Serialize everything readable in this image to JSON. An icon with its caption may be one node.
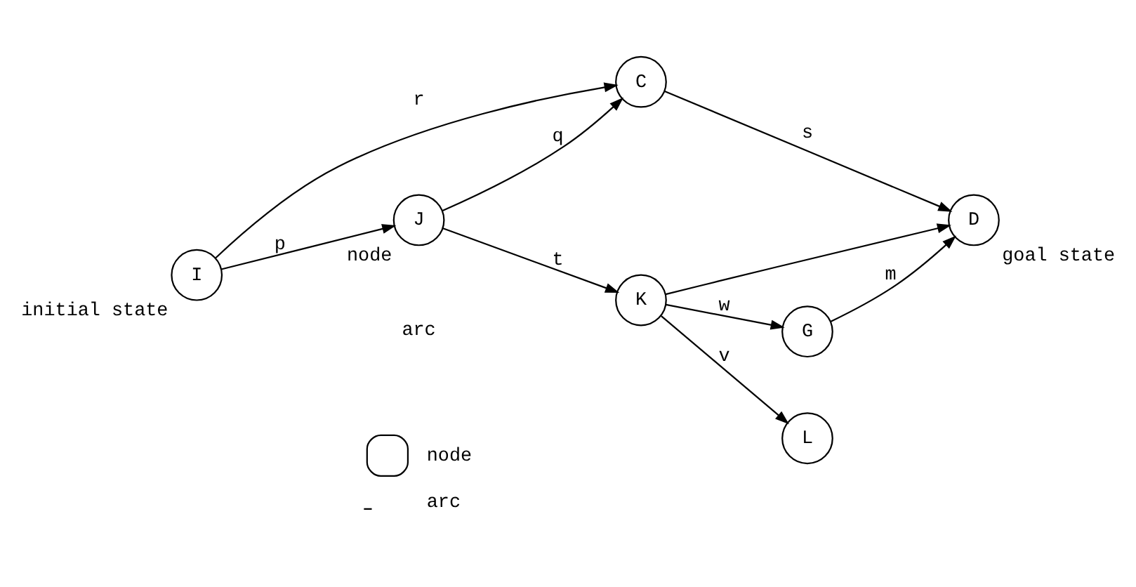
{
  "diagram": {
    "nodes": [
      {
        "text": [
          "I"
        ],
        "beside": [
          "initial state"
        ]
      },
      {
        "text": [
          "C"
        ]
      },
      {
        "text": [
          "D"
        ],
        "beside": [
          "goal state"
        ]
      },
      {
        "text": [
          "G"
        ]
      },
      {
        "text": [
          "J"
        ],
        "beside": [
          "node"
        ]
      },
      {
        "text": [
          "K"
        ]
      },
      {
        "text": [
          "L"
        ]
      }
    ],
    "edges": [
      {
        "from": 0,
        "to": 1,
        "arrow": "to",
        "label": "r"
      },
      {
        "from": 0,
        "to": 4,
        "arrow": "to",
        "label": "p"
      },
      {
        "from": 4,
        "to": 1,
        "arrow": "to",
        "label": "q"
      },
      {
        "from": 1,
        "to": 2,
        "arrow": "to",
        "label": "s"
      },
      {
        "from": 4,
        "to": 5,
        "arrow": "to",
        "label": "t"
      },
      {
        "from": 5,
        "to": 2,
        "arrow": "to"
      },
      {
        "from": 5,
        "to": 3,
        "arrow": "to",
        "label": "w"
      },
      {
        "from": 3,
        "to": 2,
        "arrow": "to",
        "label": "m"
      },
      {
        "from": 5,
        "to": 6,
        "arrow": "to",
        "label": "v"
      }
    ],
    "labels": [
      "arc"
    ],
    "legend": [
      {
        "text": "node"
      },
      {
        "text": "arc"
      }
    ]
  }
}
